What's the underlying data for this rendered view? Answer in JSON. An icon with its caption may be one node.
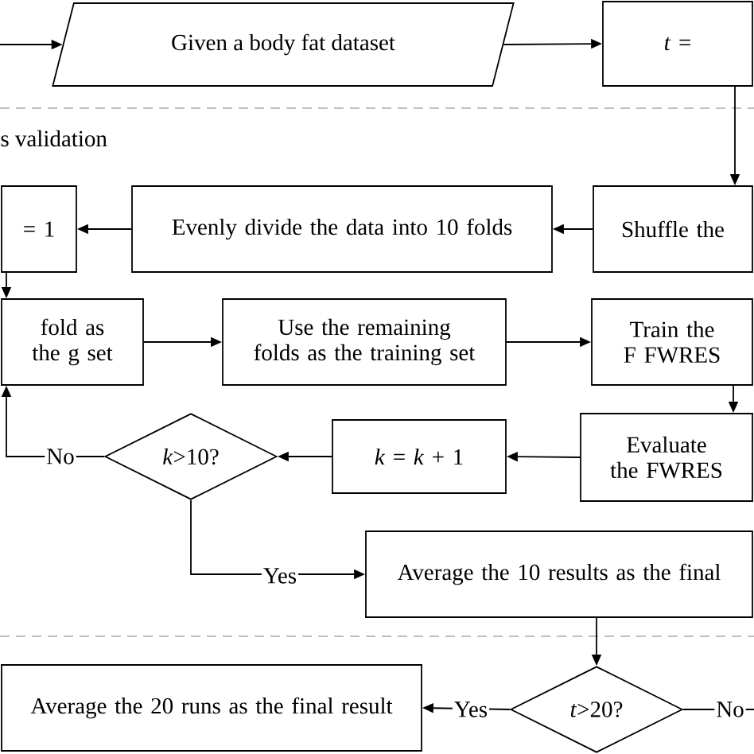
{
  "diagram": {
    "nodes": [
      {
        "text": [
          "Given a body fat dataset"
        ]
      },
      {
        "text": [
          "*t* ="
        ]
      },
      {
        "text": [
          "Shuffle the"
        ]
      },
      {
        "text": [
          "Evenly divide the data into 10 folds"
        ]
      },
      {
        "text": [
          "= 1"
        ]
      },
      {
        "text": [
          "fold as the g set"
        ]
      },
      {
        "text": [
          "Use the remaining folds as the training set"
        ]
      },
      {
        "text": [
          "Train the F FWRES"
        ]
      },
      {
        "text": [
          "Evaluate the FWRES"
        ]
      },
      {
        "text": [
          "*k* = *k* + 1"
        ]
      },
      {
        "text": [
          "*k*>10?"
        ]
      },
      {
        "text": [
          "Average the 10 results as the final"
        ]
      },
      {
        "text": [
          "*t*>20?"
        ]
      },
      {
        "text": [
          "Average the 20 runs as the final result"
        ]
      }
    ],
    "edges": [
      {
        "from": null,
        "to": 0,
        "arrow": "to"
      },
      {
        "from": 0,
        "to": 1,
        "arrow": "to"
      },
      {
        "from": 1,
        "to": 2,
        "arrow": "to"
      },
      {
        "from": 2,
        "to": 3,
        "arrow": "to"
      },
      {
        "from": 3,
        "to": 4,
        "arrow": "to"
      },
      {
        "from": 4,
        "to": 5,
        "arrow": "to"
      },
      {
        "from": 5,
        "to": 6,
        "arrow": "to"
      },
      {
        "from": 6,
        "to": 7,
        "arrow": "to"
      },
      {
        "from": 7,
        "to": 8,
        "arrow": "to"
      },
      {
        "from": 8,
        "to": 9,
        "arrow": "to"
      },
      {
        "from": 9,
        "to": 10,
        "arrow": "to"
      },
      {
        "from": 10,
        "to": 5,
        "arrow": "to",
        "label": "No"
      },
      {
        "from": 10,
        "to": 11,
        "arrow": "to",
        "label": "Yes"
      },
      {
        "from": 11,
        "to": 12,
        "arrow": "to"
      },
      {
        "from": 12,
        "to": 13,
        "arrow": "to",
        "label": "Yes"
      },
      {
        "from": 12,
        "to": null,
        "arrow": "none",
        "label": "No"
      }
    ],
    "labels": [
      "s validation"
    ]
  }
}
